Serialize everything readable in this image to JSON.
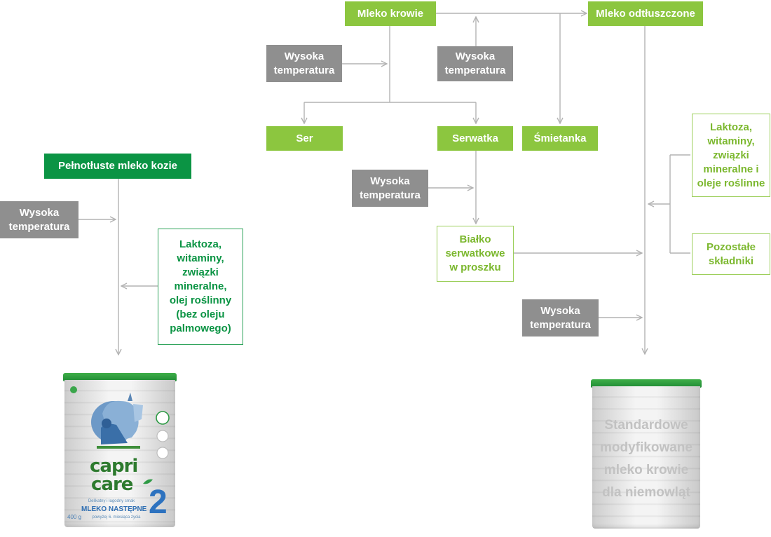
{
  "nodes": {
    "mleko_krowie": "Mleko krowie",
    "mleko_odtluszczone": "Mleko odtłuszczone",
    "wysoka_temp_1": "Wysoka temperatura",
    "wysoka_temp_2": "Wysoka temperatura",
    "ser": "Ser",
    "serwatka": "Serwatka",
    "smietanka": "Śmietanka",
    "wysoka_temp_3": "Wysoka temperatura",
    "bialko": "Białko serwatkowe w proszku",
    "laktoza_right": "Laktoza, witaminy, związki mineralne i oleje roślinne",
    "pozostale": "Pozostałe składniki",
    "wysoka_temp_4": "Wysoka temperatura",
    "pelnotluste": "Pełnotłuste mleko kozie",
    "wysoka_temp_5": "Wysoka temperatura",
    "laktoza_left": "Laktoza, witaminy, związki mineralne, olej roślinny (bez oleju palmowego)"
  },
  "standard_can": {
    "lines": [
      "Standardowe",
      "modyfikowane",
      "mleko krowie",
      "dla niemowląt"
    ]
  },
  "capricare_can": {
    "brand_line1": "capri",
    "brand_line2": "care",
    "taste": "Delikatny i łagodny smak",
    "product": "MLEKO NASTĘPNE",
    "number": "2",
    "weight": "400 g",
    "age": "powyżej 6. miesiąca życia"
  },
  "colors": {
    "gray": "#8f8f8f",
    "lime": "#8cc63f",
    "dark_green": "#0b9444",
    "lines": "#b3b3b3"
  }
}
